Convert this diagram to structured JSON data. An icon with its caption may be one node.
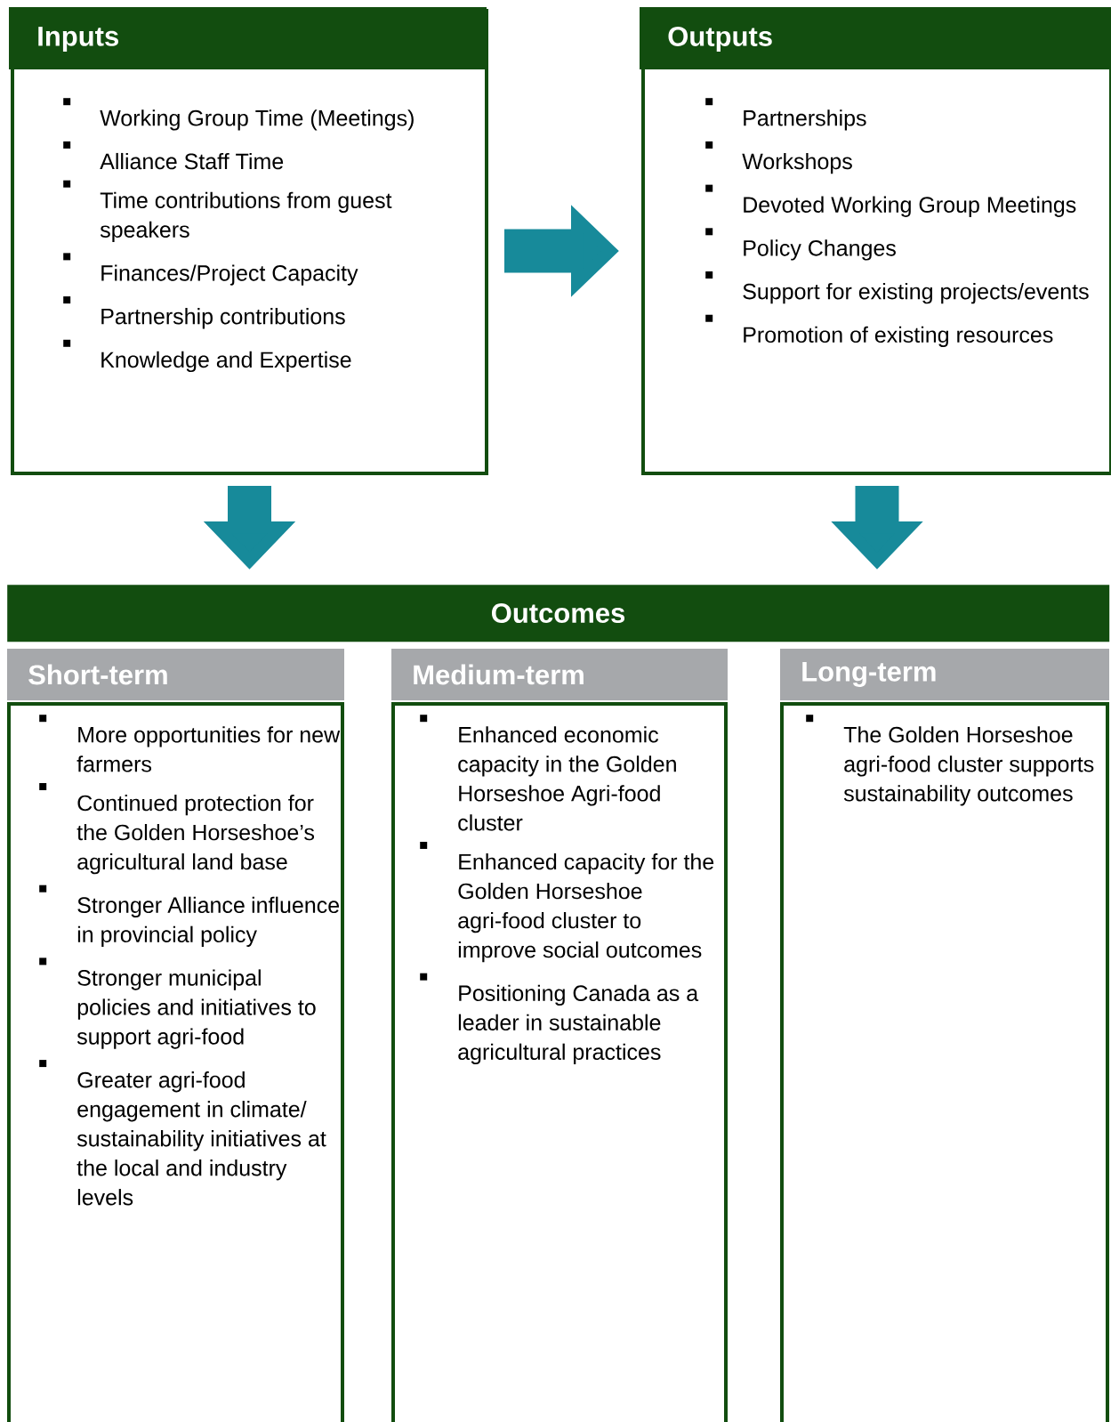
{
  "diagram": {
    "nodes": [
      {
        "text": [
          "Inputs",
          "Working Group Time (Meetings)",
          "Alliance Staff Time",
          "Time contributions from guest speakers",
          "Finances/Project Capacity",
          "Partnership contributions",
          "Knowledge and Expertise"
        ]
      },
      {
        "text": [
          "Outputs",
          "Partnerships",
          "Workshops",
          "Devoted Working Group Meetings",
          "Policy Changes",
          "Support for existing projects/events",
          "Promotion of existing resources"
        ]
      },
      {
        "text": [
          "Outcomes"
        ]
      },
      {
        "text": [
          "Short-term",
          "More opportunities for new farmers",
          "Continued protection for the Golden Horseshoe’s agricultural land base",
          "Stronger Alliance influence in provincial policy",
          "Stronger municipal policies and initiatives to support agri-food",
          "Greater agri-food engagement in climate/ sustainability initiatives at the local and industry levels"
        ]
      },
      {
        "text": [
          "Medium-term",
          "Enhanced economic capacity in the Golden Horseshoe Agri-food cluster",
          "Enhanced capacity for the Golden Horseshoe agri-food cluster to improve social outcomes",
          "Positioning Canada as a leader in sustainable agricultural practices"
        ]
      },
      {
        "text": [
          "Long-term",
          "The Golden Horseshoe agri-food cluster supports sustainability outcomes"
        ]
      }
    ],
    "edges": [
      {
        "from": 0,
        "to": 1,
        "arrow": "to"
      },
      {
        "from": 0,
        "to": 2,
        "arrow": "to"
      },
      {
        "from": 1,
        "to": 2,
        "arrow": "to"
      }
    ]
  }
}
